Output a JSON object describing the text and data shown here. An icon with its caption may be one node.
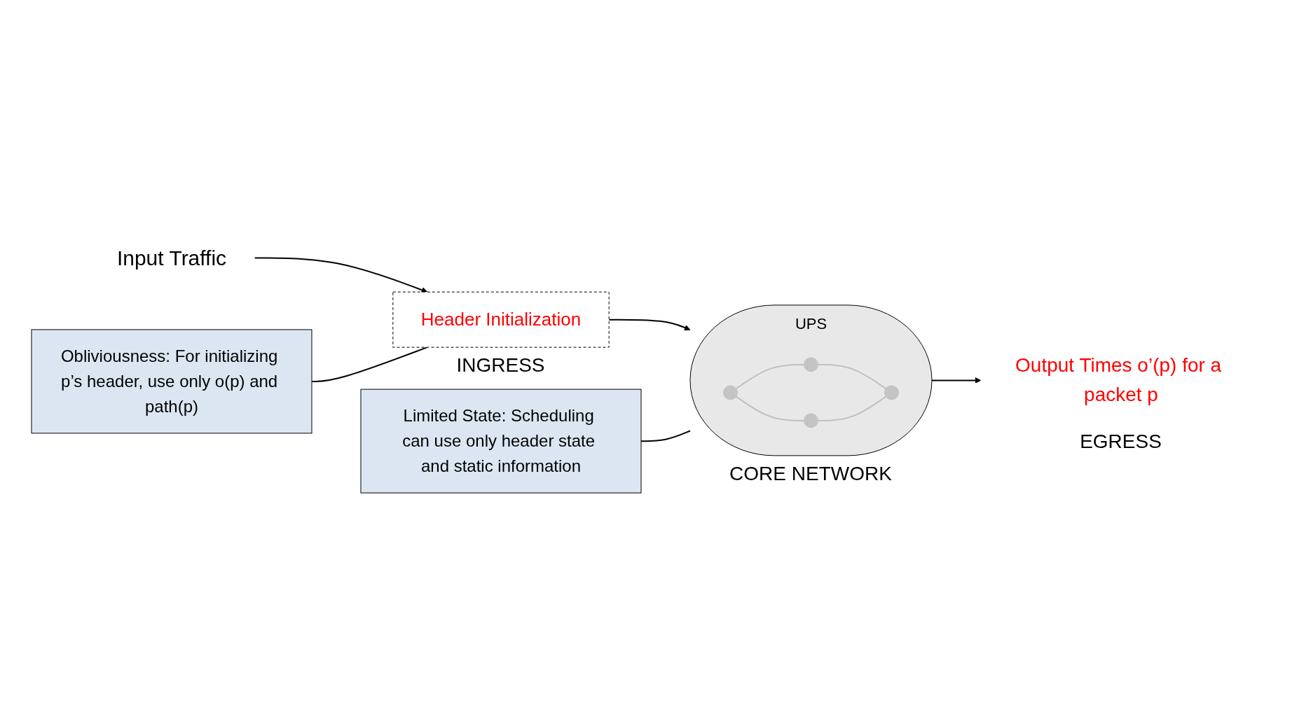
{
  "diagram": {
    "nodes": [
      {
        "text": [
          "Input Traffic"
        ]
      },
      {
        "text": [
          "Header Initialization"
        ],
        "beside": [
          "INGRESS"
        ]
      },
      {
        "text": [
          "UPS"
        ],
        "beside": [
          "CORE NETWORK"
        ]
      },
      {
        "text": [],
        "shape": "circle",
        "in": 2
      },
      {
        "text": [],
        "shape": "circle",
        "in": 2
      },
      {
        "text": [],
        "shape": "circle",
        "in": 2
      },
      {
        "text": [],
        "shape": "circle",
        "in": 2
      },
      {
        "text": [
          "Output Times o’(p) for a packet p"
        ],
        "beside": [
          "EGRESS"
        ]
      },
      {
        "text": [
          "Limited State: Scheduling can use only header state and static information"
        ]
      },
      {
        "text": [
          "Obliviousness: For initializing p’s header, use only o(p) and path(p)"
        ]
      }
    ],
    "edges": [
      {
        "from": 0,
        "to": 1,
        "arrow": "to"
      },
      {
        "from": 1,
        "to": 2,
        "arrow": "to"
      },
      {
        "from": 2,
        "to": 7,
        "arrow": "to"
      },
      {
        "from": 3,
        "to": 4,
        "arrow": "none",
        "color": "#c0c0c0"
      },
      {
        "from": 4,
        "to": 6,
        "arrow": "none",
        "color": "#c0c0c0"
      },
      {
        "from": 3,
        "to": 5,
        "arrow": "none",
        "color": "#c0c0c0"
      },
      {
        "from": 5,
        "to": 6,
        "arrow": "none",
        "color": "#c0c0c0"
      },
      {
        "from": 8,
        "to": 2,
        "arrow": "none"
      },
      {
        "from": 9,
        "to": 1,
        "arrow": "none"
      }
    ]
  }
}
